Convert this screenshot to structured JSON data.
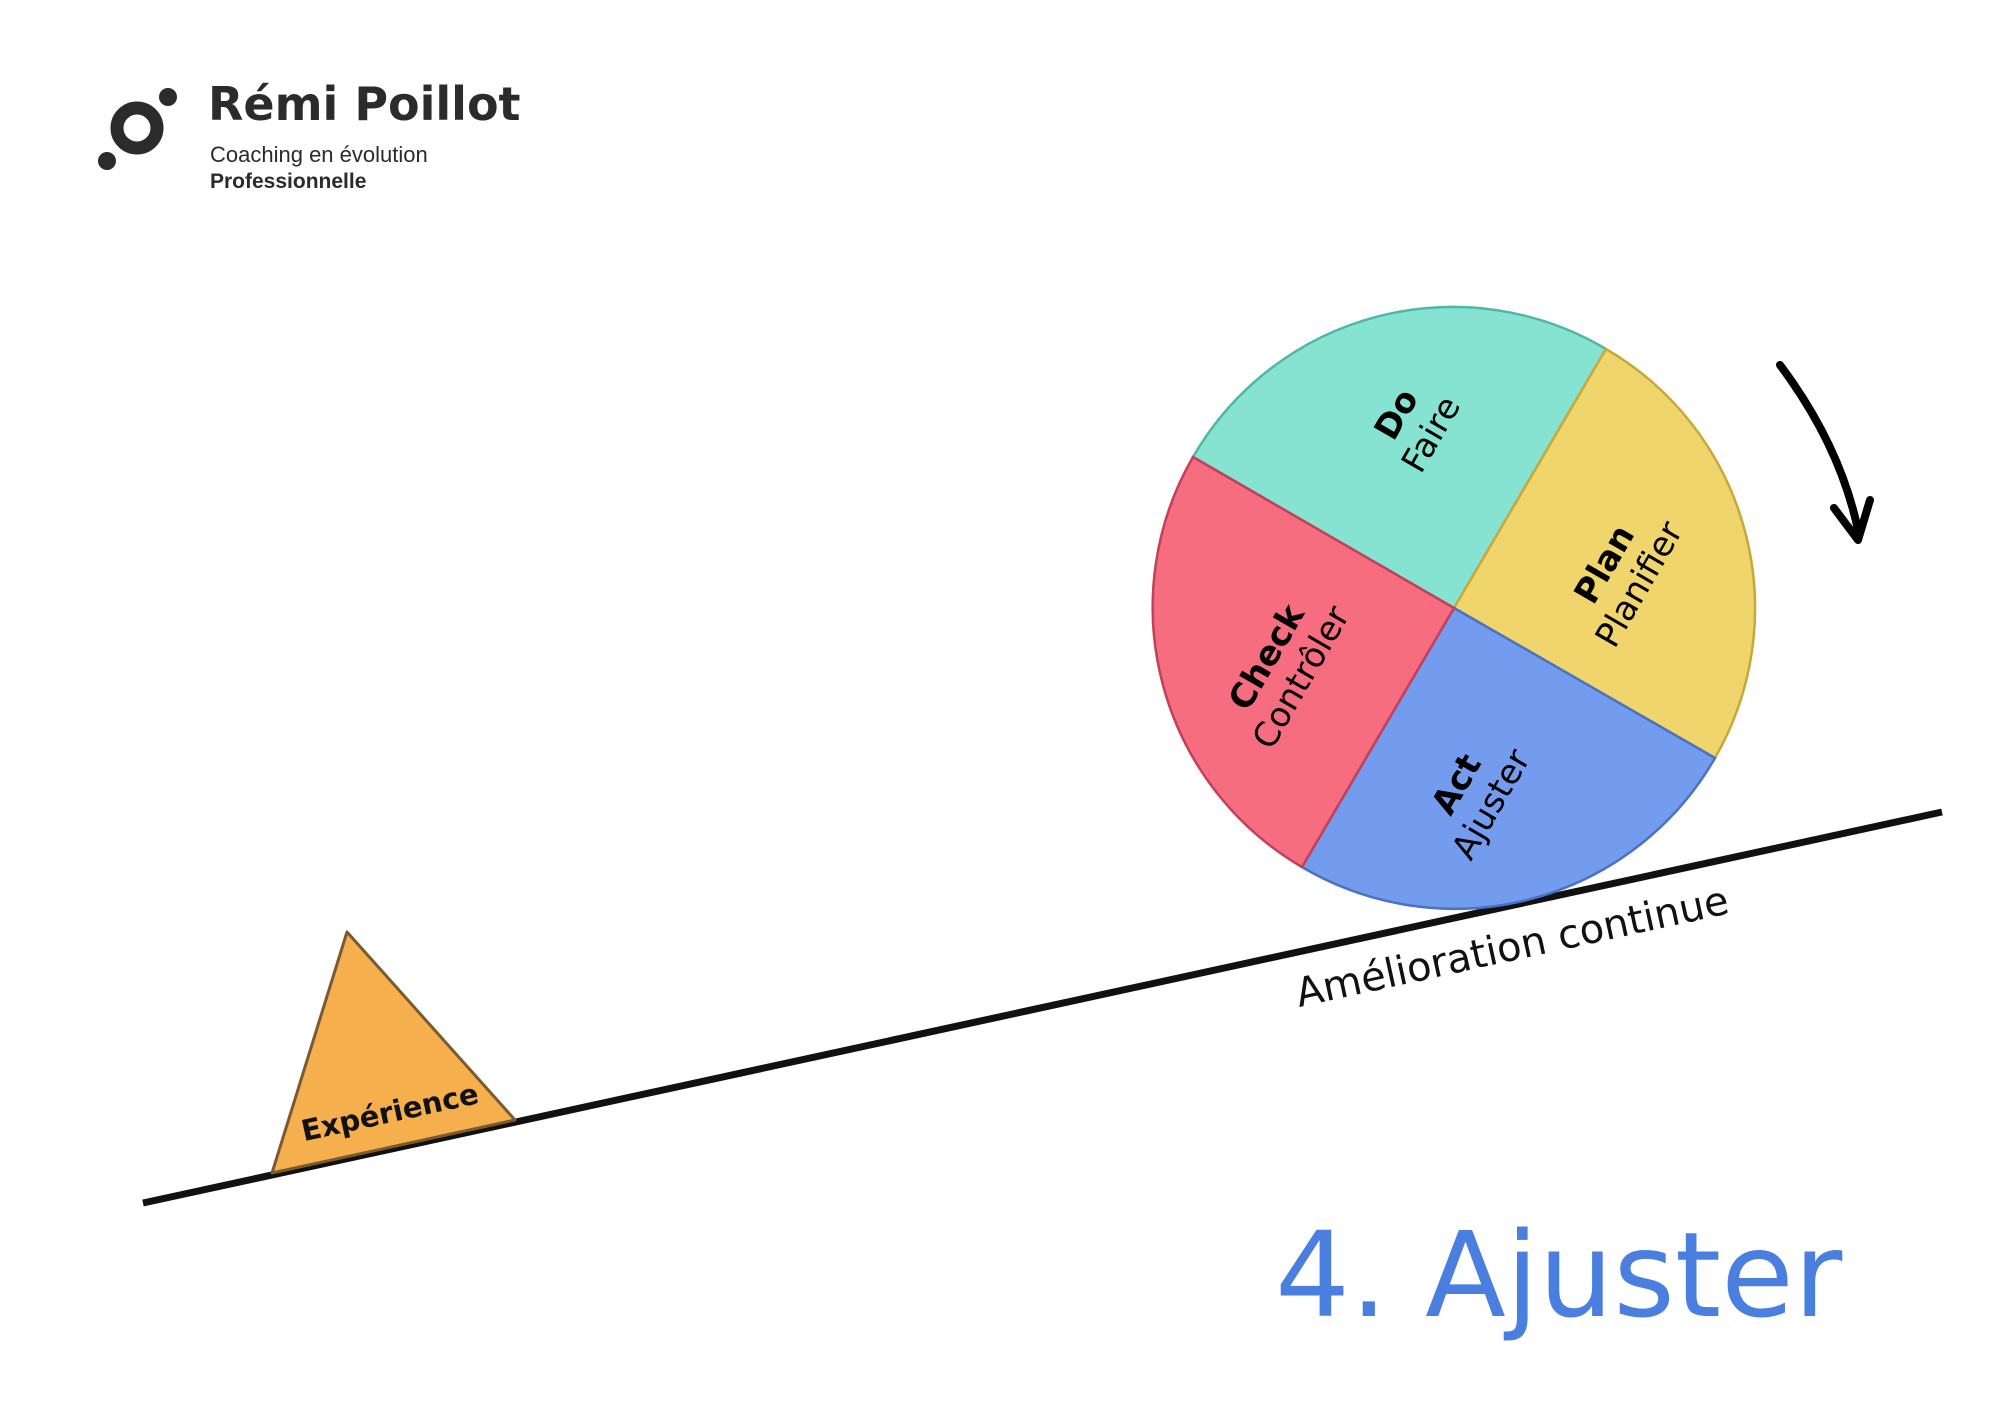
{
  "brand": {
    "name": "Rémi Poillot",
    "tagline": "Coaching en évolution",
    "tagline_bold": "Professionnelle",
    "color": "#2b2b2b"
  },
  "wheel": {
    "segments": [
      {
        "key": "do",
        "title": "Do",
        "subtitle": "Faire",
        "color": "#86e3d2",
        "stroke": "#4fb8a4"
      },
      {
        "key": "plan",
        "title": "Plan",
        "subtitle": "Planifier",
        "color": "#f0d46c",
        "stroke": "#c9a83a"
      },
      {
        "key": "act",
        "title": "Act",
        "subtitle": "Ajuster",
        "color": "#739cef",
        "stroke": "#4a72c4"
      },
      {
        "key": "check",
        "title": "Check",
        "subtitle": "Contrôler",
        "color": "#f66d80",
        "stroke": "#c2405a"
      }
    ],
    "rotation_icon": "clockwise-arrow-icon"
  },
  "slope": {
    "label": "Amélioration continue",
    "color": "#111111"
  },
  "wedge": {
    "label": "Expérience",
    "color": "#f5af4c",
    "stroke": "#7a5a30"
  },
  "step": {
    "label": "4. Ajuster",
    "color": "#4a7fe0"
  }
}
